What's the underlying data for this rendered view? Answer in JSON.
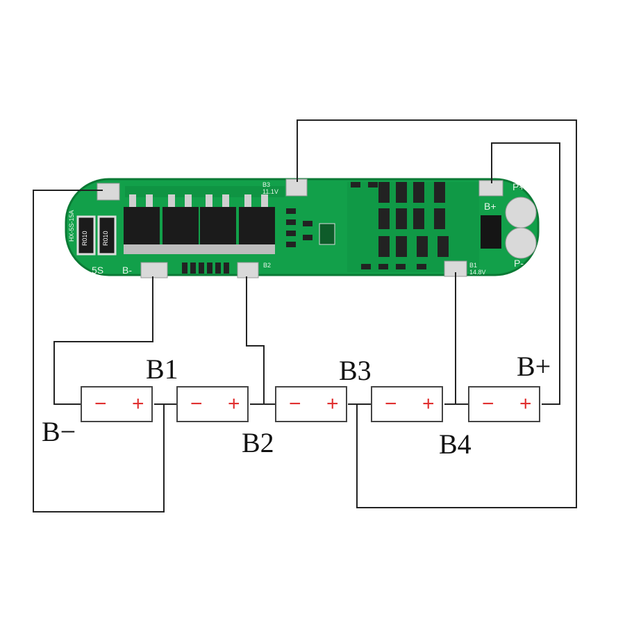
{
  "colors": {
    "pcb": "#12a04a",
    "pcb_dark": "#0b7a35",
    "wire": "#222222",
    "terminal_minus": "#e03030",
    "terminal_plus": "#e03030",
    "mosfet": "#1b1b1b",
    "pad": "#d9d9d9"
  },
  "pcb": {
    "label_5s": "5S",
    "label_bminus": "B-",
    "label_bplus": "B+",
    "label_pplus": "P+",
    "label_pminus": "P-",
    "resistor_1": "R010",
    "resistor_2": "R010",
    "model_text": "HX-5S-15A",
    "b2_text": "B2",
    "b1_text": "B1",
    "b1_voltage": "14.8V",
    "b3_text": "B3",
    "b3_voltage": "11.1V"
  },
  "labels": {
    "b1": "B1",
    "b2": "B2",
    "b3": "B3",
    "b4": "B4",
    "bplus": "B+",
    "bminus": "B−"
  },
  "cells": [
    {
      "neg": "−",
      "pos": "+"
    },
    {
      "neg": "−",
      "pos": "+"
    },
    {
      "neg": "−",
      "pos": "+"
    },
    {
      "neg": "−",
      "pos": "+"
    },
    {
      "neg": "−",
      "pos": "+"
    }
  ]
}
